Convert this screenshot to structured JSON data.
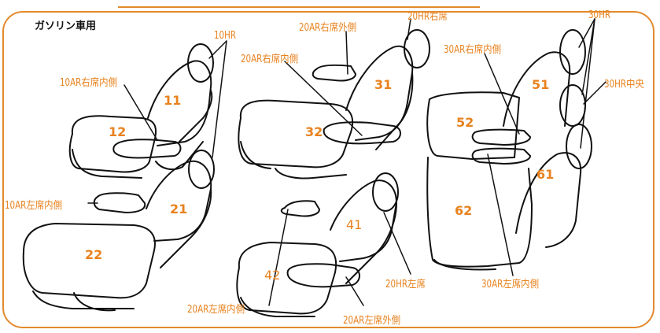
{
  "title": "ガソリン車用",
  "colors": {
    "accent": "#e8821e",
    "border": "#e38a2c",
    "line": "#111111"
  },
  "labels": {
    "hr10": "10HR",
    "ar10_right_inner": "10AR右席内側",
    "ar10_left_inner": "10AR左席内側",
    "ar20_right_outer": "20AR右席外側",
    "hr20_right": "20HR右席",
    "ar20_right_inner": "20AR右席内側",
    "ar20_left_inner": "20AR左席内側",
    "hr20_left": "20HR左席",
    "ar20_left_outer": "20AR左席外側",
    "hr30": "30HR",
    "ar30_right_inner": "30AR右席内側",
    "hr30_center": "30HR中央",
    "ar30_left_inner": "30AR左席内側"
  },
  "seats": {
    "s11": "11",
    "s12": "12",
    "s21": "21",
    "s22": "22",
    "s31": "31",
    "s32": "32",
    "s41": "41",
    "s42": "42",
    "s51": "51",
    "s52": "52",
    "s61": "61",
    "s62": "62"
  }
}
